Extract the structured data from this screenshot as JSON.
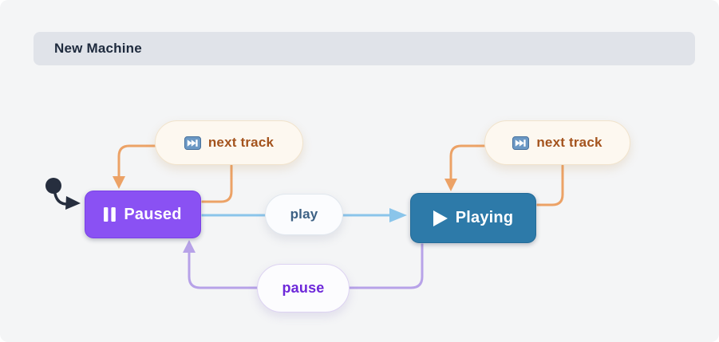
{
  "header": {
    "title": "New Machine"
  },
  "states": [
    {
      "id": "paused",
      "label": "Paused",
      "icon": "pause-icon"
    },
    {
      "id": "playing",
      "label": "Playing",
      "icon": "play-icon"
    }
  ],
  "events": {
    "next_track_left": {
      "label": "next track"
    },
    "next_track_right": {
      "label": "next track"
    },
    "play": {
      "label": "play"
    },
    "pause": {
      "label": "pause"
    }
  },
  "colors": {
    "canvas_bg": "#f4f5f6",
    "header_bg": "#e0e3e9",
    "header_text": "#1e2a3d",
    "paused_bg": "#8a51f3",
    "playing_bg": "#2d7aa9",
    "edge_orange": "#eca266",
    "edge_blue": "#8ac5ea",
    "edge_purple": "#b7a2e8",
    "text_next_track": "#a4531d",
    "text_play": "#3d6184",
    "text_pause": "#6d28d9",
    "initial_marker": "#262e3e",
    "next_track_icon_bg": "#6b98c4"
  }
}
